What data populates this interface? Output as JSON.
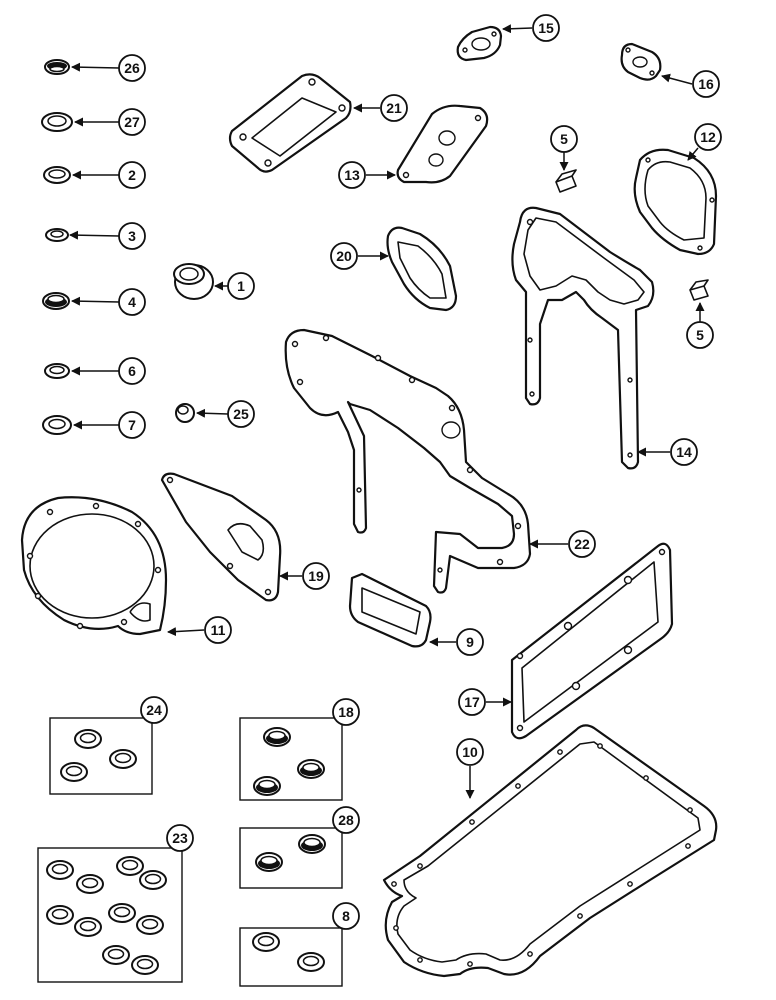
{
  "callouts": {
    "c1": "1",
    "c2": "2",
    "c3": "3",
    "c4": "4",
    "c5a": "5",
    "c5b": "5",
    "c6": "6",
    "c7": "7",
    "c8": "8",
    "c9": "9",
    "c10": "10",
    "c11": "11",
    "c12": "12",
    "c13": "13",
    "c14": "14",
    "c15": "15",
    "c16": "16",
    "c17": "17",
    "c18": "18",
    "c19": "19",
    "c20": "20",
    "c21": "21",
    "c22": "22",
    "c23": "23",
    "c24": "24",
    "c25": "25",
    "c26": "26",
    "c27": "27",
    "c28": "28"
  },
  "colors": {
    "ink": "#111111",
    "paper": "#ffffff"
  }
}
